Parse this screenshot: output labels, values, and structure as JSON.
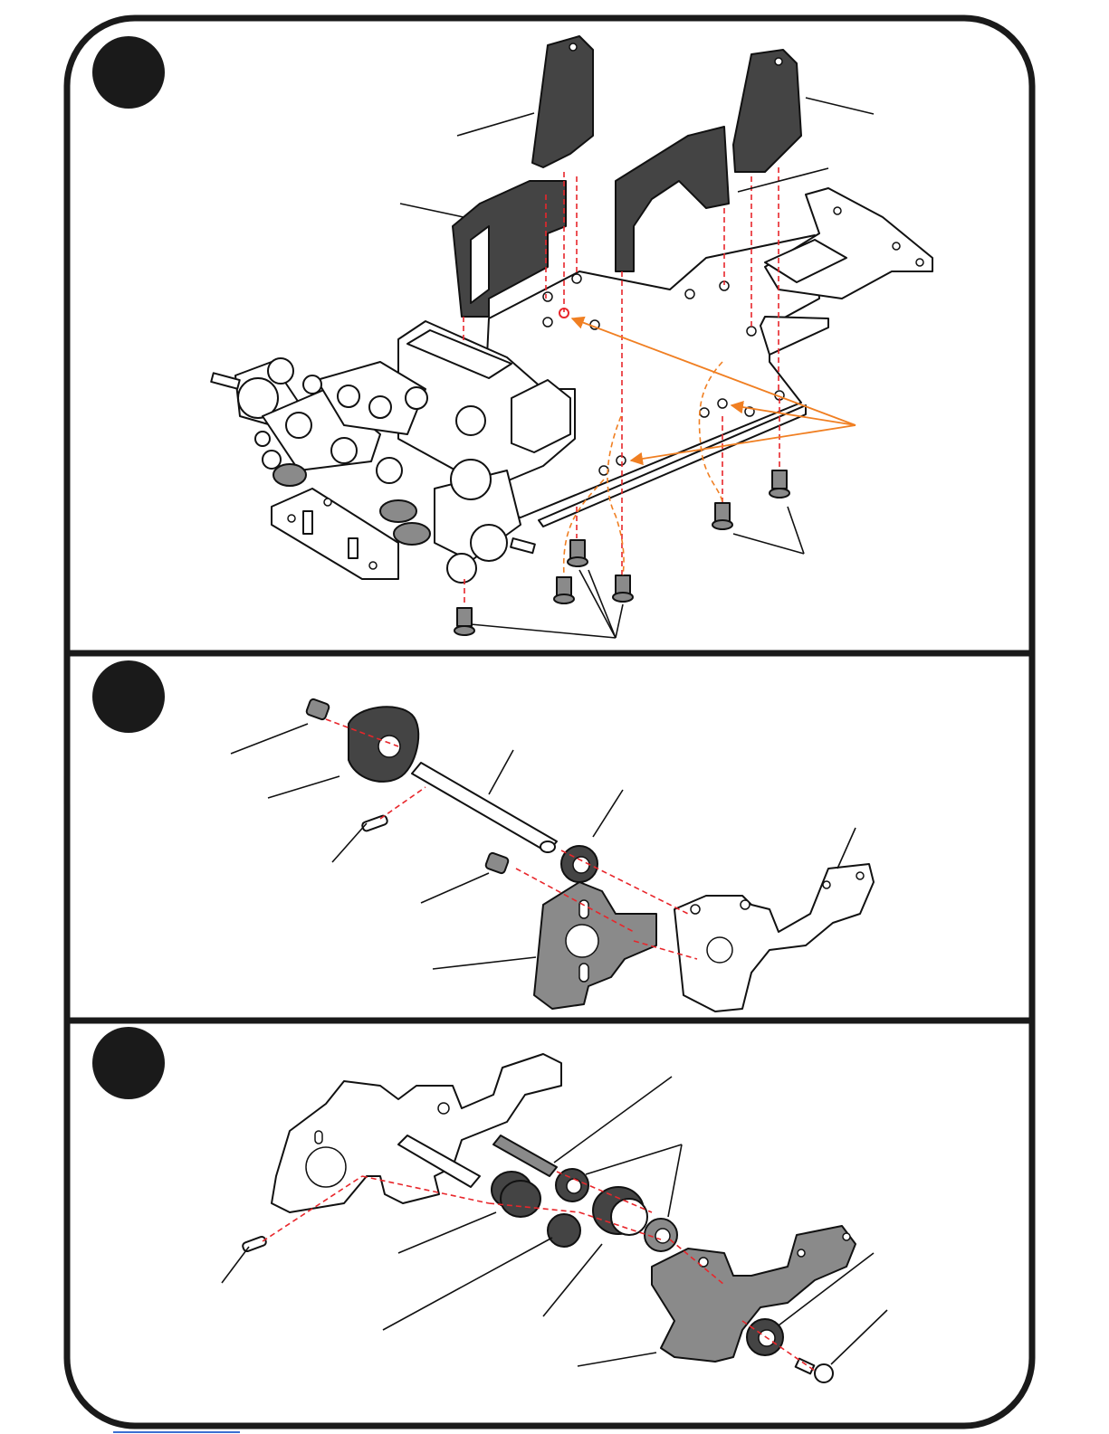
{
  "page": {
    "panels": [
      {
        "step_badge": "step-1"
      },
      {
        "step_badge": "step-2"
      },
      {
        "step_badge": "step-3"
      }
    ],
    "colors": {
      "frame": "#1a1a1a",
      "guide_line": "#e8262b",
      "direction_arrow": "#f07f22",
      "part_dark": "#444444",
      "part_mid": "#8a8a8a"
    },
    "icons": [
      "screw-icon",
      "bearing-icon",
      "gear-icon",
      "shaft-icon",
      "pin-icon"
    ]
  }
}
